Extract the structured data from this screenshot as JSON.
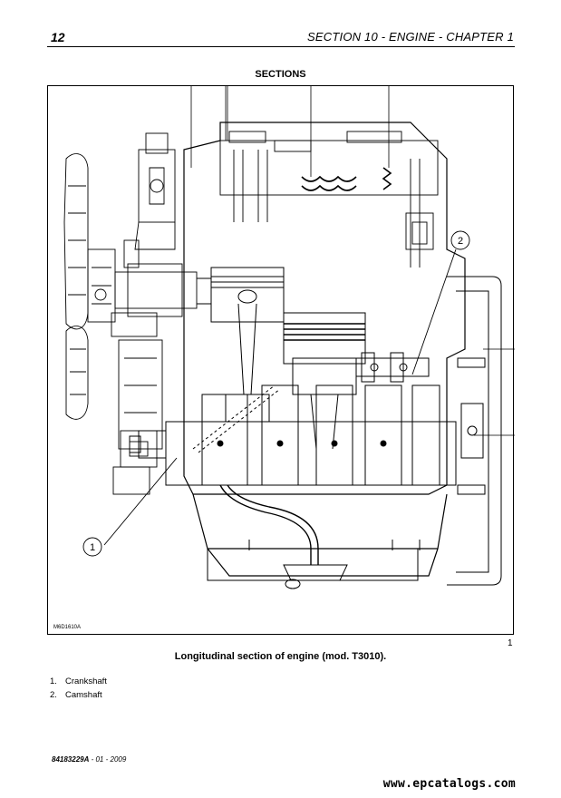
{
  "header": {
    "page_number": "12",
    "section_title": "SECTION 10 - ENGINE - CHAPTER 1"
  },
  "heading": "SECTIONS",
  "figure": {
    "code": "M6D1610A",
    "number": "1",
    "callouts": [
      "1",
      "2"
    ],
    "caption": "Longitudinal section of engine (mod. T3010)."
  },
  "legend": [
    {
      "num": "1.",
      "label": "Crankshaft"
    },
    {
      "num": "2.",
      "label": "Camshaft"
    }
  ],
  "footer": {
    "doc_code": "84183229A",
    "date": " - 01 - 2009",
    "watermark": "www.epcatalogs.com"
  }
}
